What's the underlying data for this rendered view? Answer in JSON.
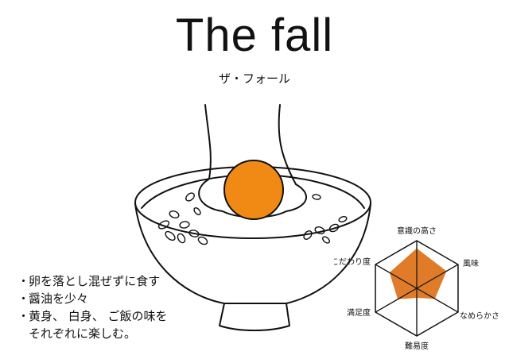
{
  "title": "The fall",
  "subtitle": "ザ・フォール",
  "notes": [
    {
      "bullet": "・",
      "text": "卵を落とし混ぜずに食す"
    },
    {
      "bullet": "・",
      "text": "醤油を少々"
    },
    {
      "bullet": "・",
      "text": "黄身、 白身、 ご飯の味を\nそれぞれに楽しむ。"
    }
  ],
  "colors": {
    "yolk": "#f08a14",
    "radar_fill": "#e07b2a",
    "line": "#111111"
  },
  "chart_data": {
    "type": "radar",
    "axes": [
      "意識の高さ",
      "風味",
      "なめらかさ",
      "難易度",
      "満足度",
      "こだわり度"
    ],
    "max": 5,
    "values": [
      4.2,
      3.6,
      2.2,
      1.0,
      2.3,
      3.3
    ]
  }
}
